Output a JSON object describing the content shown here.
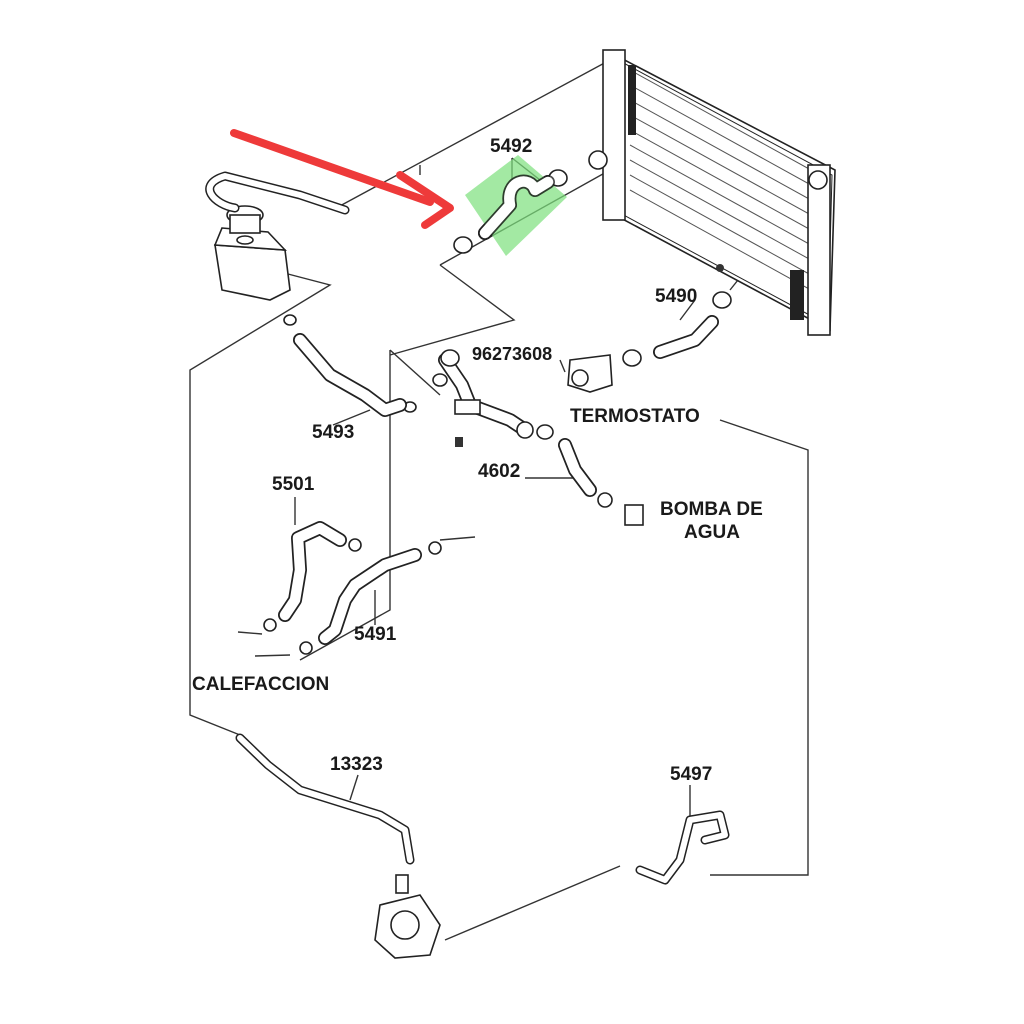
{
  "labels": {
    "p5492": "5492",
    "p5490": "5490",
    "p96273608": "96273608",
    "termostato": "TERMOSTATO",
    "p5493": "5493",
    "p4602": "4602",
    "bomba_line1": "BOMBA DE",
    "bomba_line2": "AGUA",
    "p5501": "5501",
    "p5491": "5491",
    "calefaccion": "CALEFACCION",
    "p13323": "13323",
    "p5497": "5497"
  },
  "colors": {
    "highlight": "#7CE07C",
    "arrow": "#EE3A3A",
    "line": "#333333"
  }
}
